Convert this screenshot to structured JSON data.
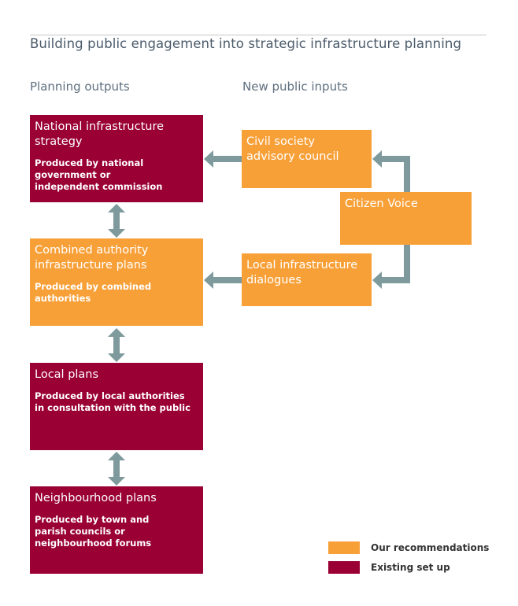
{
  "title": "Building public engagement into strategic infrastructure planning",
  "columns": {
    "left": "Planning outputs",
    "right": "New public inputs"
  },
  "boxes": {
    "national": {
      "name": "National infrastructure strategy",
      "desc": "Produced by national government or independent commission"
    },
    "combined": {
      "name": "Combined authority infrastructure plans",
      "desc": "Produced by combined authorities"
    },
    "local": {
      "name": "Local plans",
      "desc": "Produced by local authorities in consultation with the public"
    },
    "neighbourhood": {
      "name": "Neighbourhood plans",
      "desc": "Produced by town and parish councils or neighbourhood forums"
    },
    "civil_society": {
      "name": "Civil society advisory council"
    },
    "citizen_voice": {
      "name": "Citizen Voice"
    },
    "local_dialogues": {
      "name": "Local infrastructure dialogues"
    }
  },
  "legend": {
    "orange_label": "Our recommendations",
    "maroon_label": "Existing set up"
  },
  "colors": {
    "recommendation": "#f8a038",
    "existing": "#9a0034",
    "arrow": "#7f9a9c"
  }
}
